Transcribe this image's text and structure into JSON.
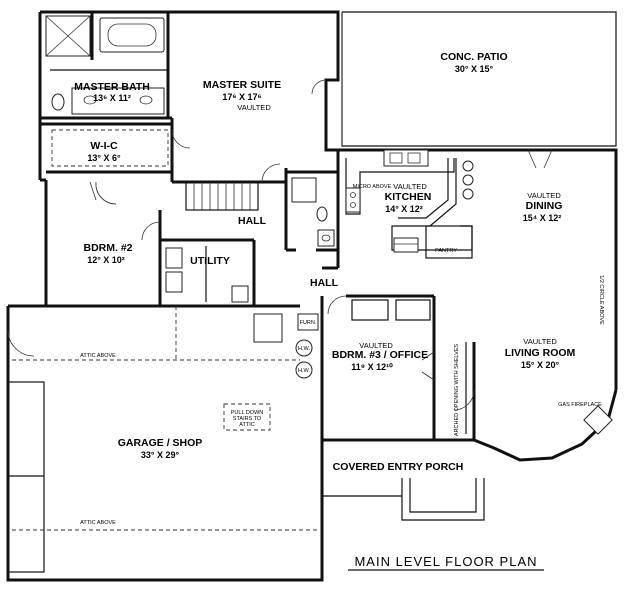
{
  "plan_title": "MAIN LEVEL FLOOR PLAN",
  "rooms": {
    "patio": {
      "name": "CONC. PATIO",
      "dim": "30° X 15°"
    },
    "master_bath": {
      "name": "MASTER BATH",
      "dim": "13⁶ X 11²"
    },
    "master_suite": {
      "name": "MASTER SUITE",
      "dim": "17⁶ X 17⁶",
      "note": "VAULTED"
    },
    "wic": {
      "name": "W-I-C",
      "dim": "13° X 6°"
    },
    "kitchen": {
      "name": "KITCHEN",
      "dim": "14° X 12²",
      "note": "VAULTED"
    },
    "dining": {
      "name": "DINING",
      "dim": "15⁴ X 12²",
      "note": "VAULTED"
    },
    "bdrm2": {
      "name": "BDRM. #2",
      "dim": "12° X 10²"
    },
    "utility": {
      "name": "UTILITY"
    },
    "bdrm3": {
      "name": "BDRM. #3 / OFFICE",
      "dim": "11⁹ X 12¹⁰",
      "note": "VAULTED"
    },
    "living": {
      "name": "LIVING ROOM",
      "dim": "15° X 20°",
      "note": "VAULTED"
    },
    "garage": {
      "name": "GARAGE / SHOP",
      "dim": "33° X 29°"
    },
    "porch": {
      "name": "COVERED ENTRY PORCH"
    }
  },
  "labels": {
    "hall_upper": "HALL",
    "hall_lower": "HALL",
    "pantry": "PANTRY",
    "micro_above": "MICRO ABOVE",
    "furn": "FURN.",
    "hw1": "H.W.",
    "hw2": "H.W.",
    "attic_above_top": "ATTIC ABOVE",
    "attic_above_bottom": "ATTIC ABOVE",
    "pull_down_1": "PULL DOWN",
    "pull_down_2": "STAIRS TO",
    "pull_down_3": "ATTIC",
    "circle_above": "1/2 CIRCLE ABOVE",
    "gas_fireplace": "GAS FIREPLACE",
    "arched_opening": "ARCHED OPENING WITH SHELVES"
  }
}
